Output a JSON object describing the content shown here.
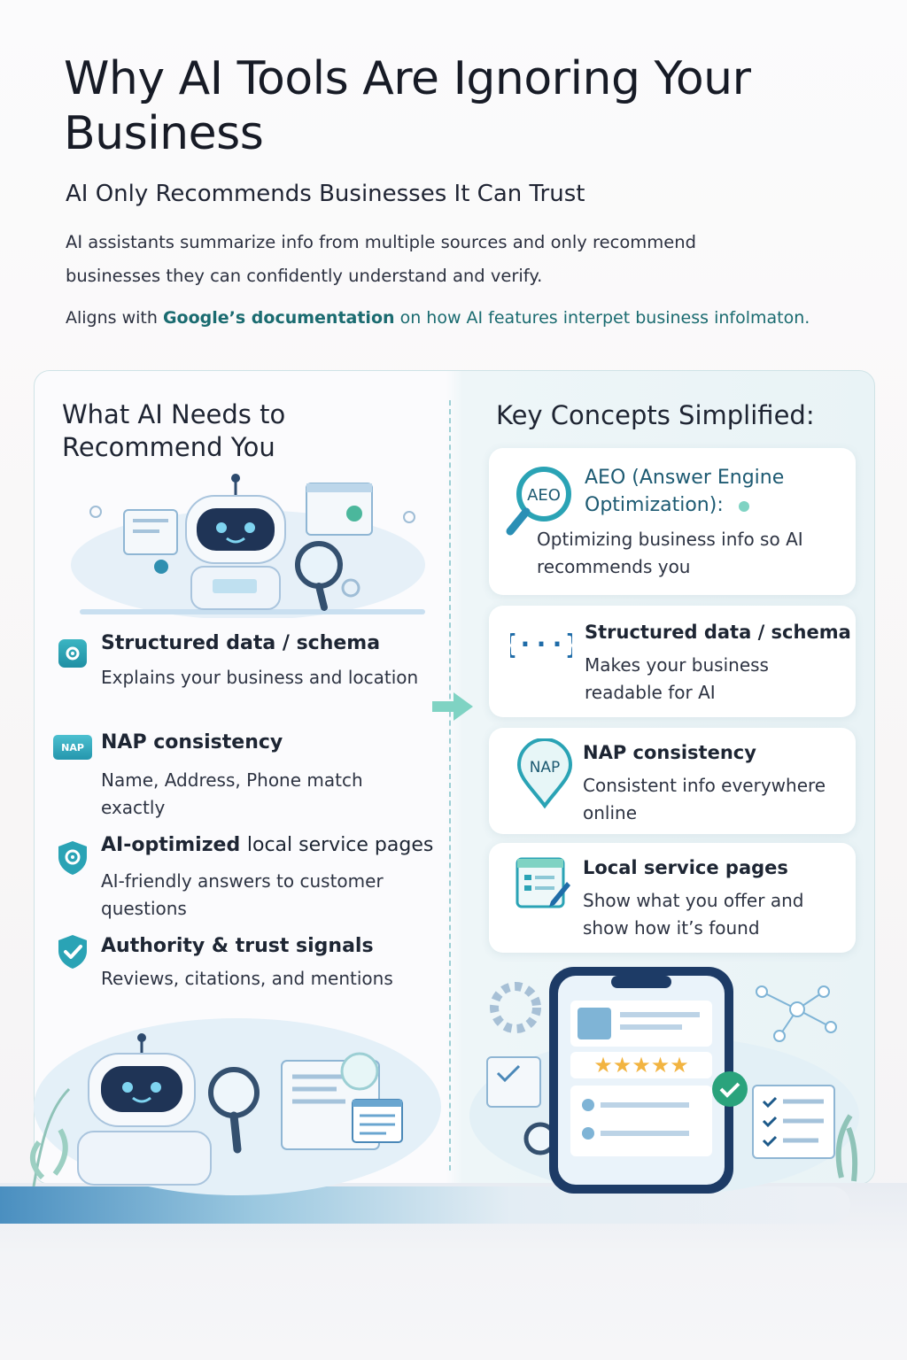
{
  "header": {
    "title": "Why AI Tools Are Ignoring Your Business",
    "subtitle": "AI Only Recommends Businesses It Can Trust",
    "intro_line1": "AI assistants summarize info from multiple sources and only recommend",
    "intro_line2": "businesses they can confidently understand and verify.",
    "aligns_prefix": "Aligns with",
    "aligns_link": "Google’s documentation",
    "aligns_suffix": "on how AI features interpet business infolmaton."
  },
  "left": {
    "heading": "What AI Needs to Recommend You",
    "items": [
      {
        "title": "Structured data / schema",
        "desc": "Explains your business and location",
        "icon": "gear-icon"
      },
      {
        "title": "NAP consistency",
        "desc": "Name, Address, Phone match exactly",
        "icon": "nap-card-icon",
        "icon_text": "NAP"
      },
      {
        "title_bold": "AI-optimized",
        "title_rest": "local service pages",
        "desc": "AI-friendly answers to customer questions",
        "icon": "gear-shield-icon"
      },
      {
        "title": "Authority & trust signals",
        "desc": "Reviews, citations, and mentions",
        "icon": "shield-check-icon"
      }
    ]
  },
  "right": {
    "heading": "Key Concepts Simplified:",
    "cards": [
      {
        "title": "AEO (Answer Engine Optimization):",
        "desc": "Optimizing business info so AI recommends you",
        "icon": "magnifier-icon",
        "icon_text": "AEO"
      },
      {
        "title": "Structured data / schema",
        "desc": "Makes your business readable for AI",
        "icon": "code-braces-icon",
        "icon_text": "{···}"
      },
      {
        "title": "NAP consistency",
        "desc": "Consistent info everywhere online",
        "icon": "map-pin-icon",
        "icon_text": "NAP"
      },
      {
        "title": "Local service pages",
        "desc": "Show what you offer and show how it’s found",
        "icon": "webpage-edit-icon"
      }
    ]
  },
  "colors": {
    "accent": "#2aa3b5",
    "link": "#1a6b70",
    "dark_text": "#171b26",
    "navy": "#1d3b66"
  }
}
